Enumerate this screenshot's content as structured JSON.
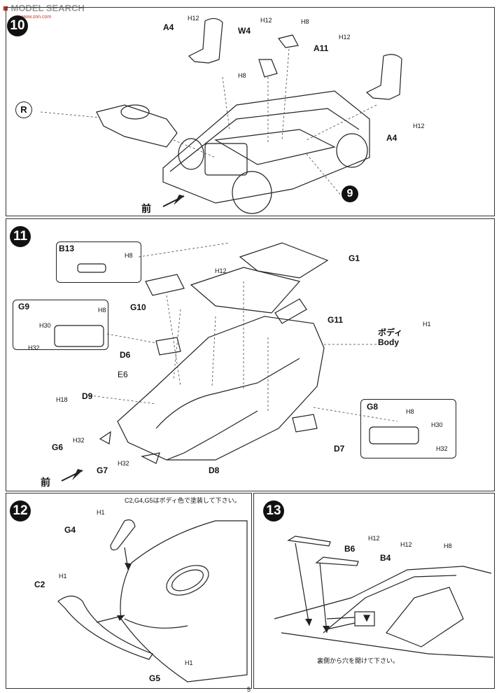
{
  "watermark": {
    "text": "MODEL",
    "search": "SEARCH",
    "url": "www.zon.com"
  },
  "step10": {
    "number": "10",
    "labels": {
      "a4_left": "A4",
      "w4": "W4",
      "a11": "A11",
      "a4_right": "A4",
      "r": "R",
      "nine": "9",
      "front": "前"
    },
    "codes": {
      "h12_a": "H12",
      "h12_b": "H12",
      "h8_a": "H8",
      "h12_c": "H12",
      "h8_b": "H8",
      "h12_d": "H12"
    }
  },
  "step11": {
    "number": "11",
    "labels": {
      "b13": "B13",
      "g1": "G1",
      "g10": "G10",
      "g9": "G9",
      "g11": "G11",
      "body_jp": "ボディ",
      "body_en": "Body",
      "d6": "D6",
      "e6": "E6",
      "d9": "D9",
      "g8": "G8",
      "g6": "G6",
      "d7": "D7",
      "g7": "G7",
      "d8": "D8",
      "front": "前"
    },
    "codes": {
      "h8_a": "H8",
      "h12": "H12",
      "h8_b": "H8",
      "h30_a": "H30",
      "h32_a": "H32",
      "h1": "H1",
      "h18": "H18",
      "h8_c": "H8",
      "h30_b": "H30",
      "h32_b": "H32",
      "h32_c": "H32",
      "h32_d": "H32"
    }
  },
  "step12": {
    "number": "12",
    "note": "C2,G4,G5はボディ色で塗装して下さい。",
    "labels": {
      "g4": "G4",
      "c2": "C2",
      "g5": "G5"
    },
    "codes": {
      "h1_a": "H1",
      "h1_b": "H1",
      "h1_c": "H1"
    }
  },
  "step13": {
    "number": "13",
    "note": "裏側から穴を開けて下さい。",
    "labels": {
      "b6": "B6",
      "b4": "B4"
    },
    "codes": {
      "h12_a": "H12",
      "h12_b": "H12",
      "h8": "H8"
    }
  },
  "page_number": "5"
}
